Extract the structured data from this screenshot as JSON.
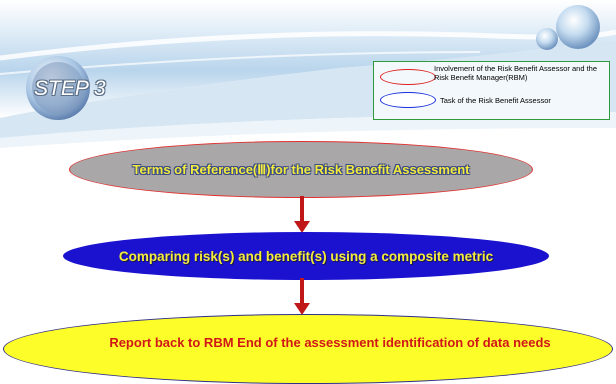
{
  "header": {
    "step_title": "STEP 3"
  },
  "legend": {
    "items": [
      {
        "label": "Involvement of the Risk Benefit Assessor and the Risk Benefit Manager(RBM)",
        "shape": "ellipse-outline",
        "color": "#e02020"
      },
      {
        "label": "Task of the Risk Benefit Assessor",
        "shape": "ellipse-outline",
        "color": "#1a2fd8"
      }
    ]
  },
  "flow": {
    "nodes": [
      {
        "label": "Terms of Reference(Ⅲ)for the Risk Benefit Assessment",
        "fill": "#a9a7a7",
        "text_color": "#f4ec3c",
        "border": "#e23030"
      },
      {
        "label": "Comparing risk(s) and benefit(s) using a composite metric",
        "fill": "#1b12d0",
        "text_color": "#f4ec3c",
        "border": "#1b12d0"
      },
      {
        "label": "Report back to RBM End of the assessment identification of data needs",
        "fill": "#fdfd2a",
        "text_color": "#d01818",
        "border": "#30308a"
      }
    ],
    "arrow_color": "#c01818"
  }
}
